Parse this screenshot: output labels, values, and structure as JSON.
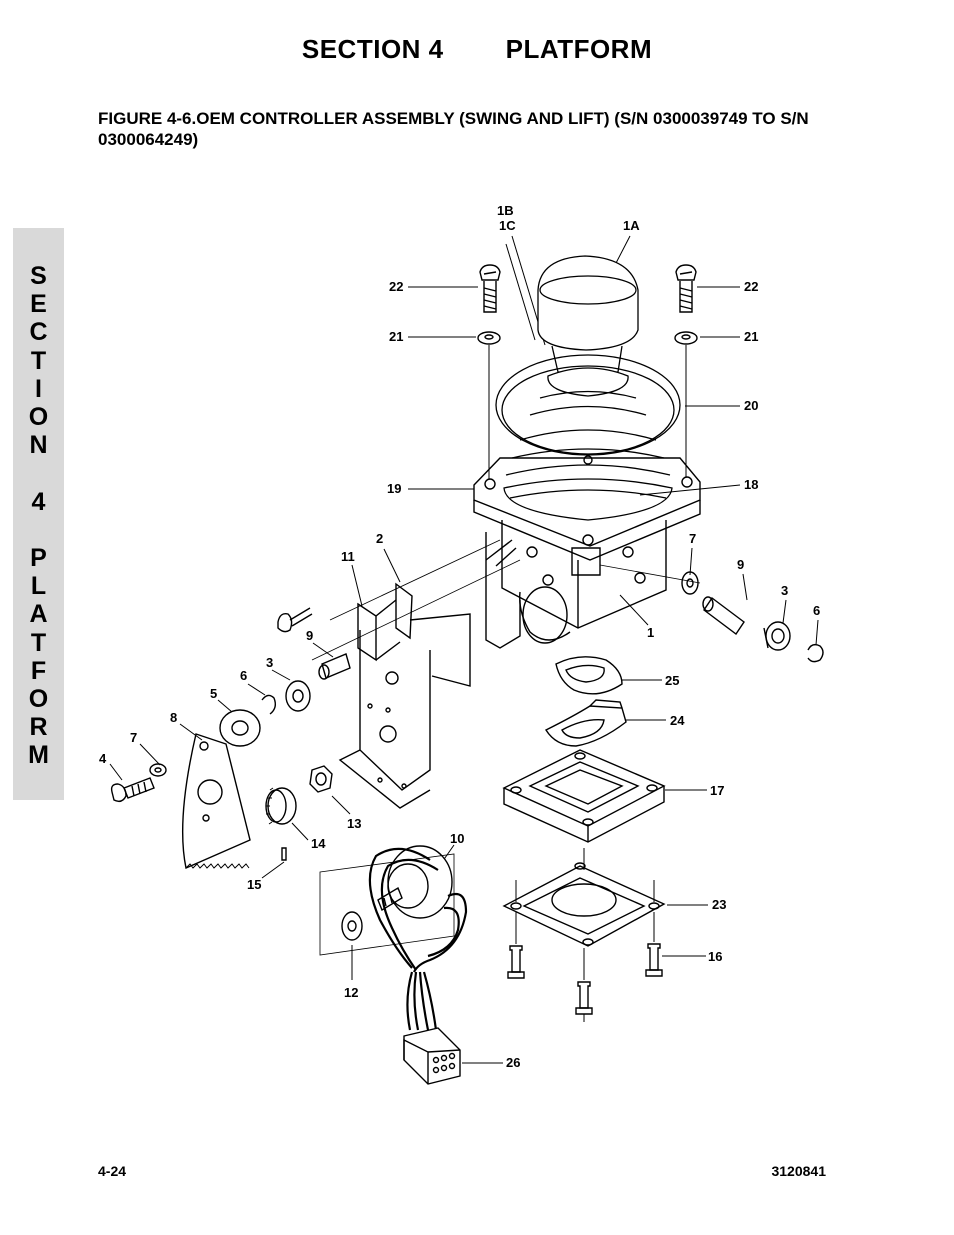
{
  "header": {
    "section": "SECTION 4",
    "title": "PLATFORM"
  },
  "figure": {
    "title": "FIGURE 4-6.OEM CONTROLLER ASSEMBLY (SWING AND LIFT) (S/N 0300039749 TO S/N 0300064249)"
  },
  "side_tab": {
    "text": "SECTION 4 PLATFORM"
  },
  "footer": {
    "page_number": "4-24",
    "doc_number": "3120841"
  },
  "callouts": [
    "1B",
    "1C",
    "1A",
    "22",
    "22",
    "21",
    "21",
    "20",
    "19",
    "18",
    "2",
    "11",
    "7",
    "9",
    "3",
    "6",
    "9",
    "1",
    "3",
    "6",
    "5",
    "25",
    "8",
    "7",
    "24",
    "4",
    "17",
    "13",
    "14",
    "10",
    "15",
    "23",
    "16",
    "12",
    "26"
  ]
}
